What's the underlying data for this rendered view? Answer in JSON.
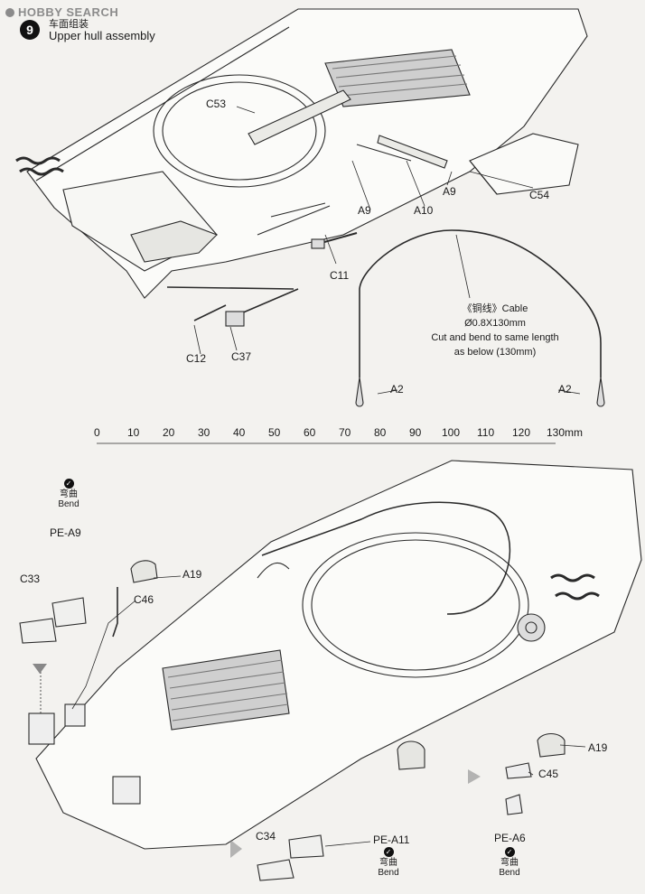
{
  "brand": {
    "name": "HOBBY SEARCH"
  },
  "step": {
    "number": "9",
    "title_cn": "车面组装",
    "title_en": "Upper hull assembly"
  },
  "parts": {
    "c53": "C53",
    "a9": "A9",
    "a9b": "A9",
    "a10": "A10",
    "c54": "C54",
    "c11": "C11",
    "c12": "C12",
    "c37": "C37",
    "a2_left": "A2",
    "a2_right": "A2",
    "pe_a9": "PE-A9",
    "c33": "C33",
    "a19_top": "A19",
    "c46": "C46",
    "a19_bottom": "A19",
    "c45": "C45",
    "pe_a6": "PE-A6",
    "c34": "C34",
    "pe_a11": "PE-A11"
  },
  "cable_note": {
    "line1": "《铜线》Cable",
    "line2": "Ø0.8X130mm",
    "line3": "Cut and bend to same length",
    "line4": "as below (130mm)"
  },
  "scale": {
    "ticks": [
      "0",
      "10",
      "20",
      "30",
      "40",
      "50",
      "60",
      "70",
      "80",
      "90",
      "100",
      "110",
      "120",
      "130mm"
    ]
  },
  "bend_labels": {
    "top_cn": "弯曲",
    "top_en": "Bend",
    "mid_cn": "弯曲",
    "mid_en": "Bend",
    "right_cn": "弯曲",
    "right_en": "Bend"
  }
}
